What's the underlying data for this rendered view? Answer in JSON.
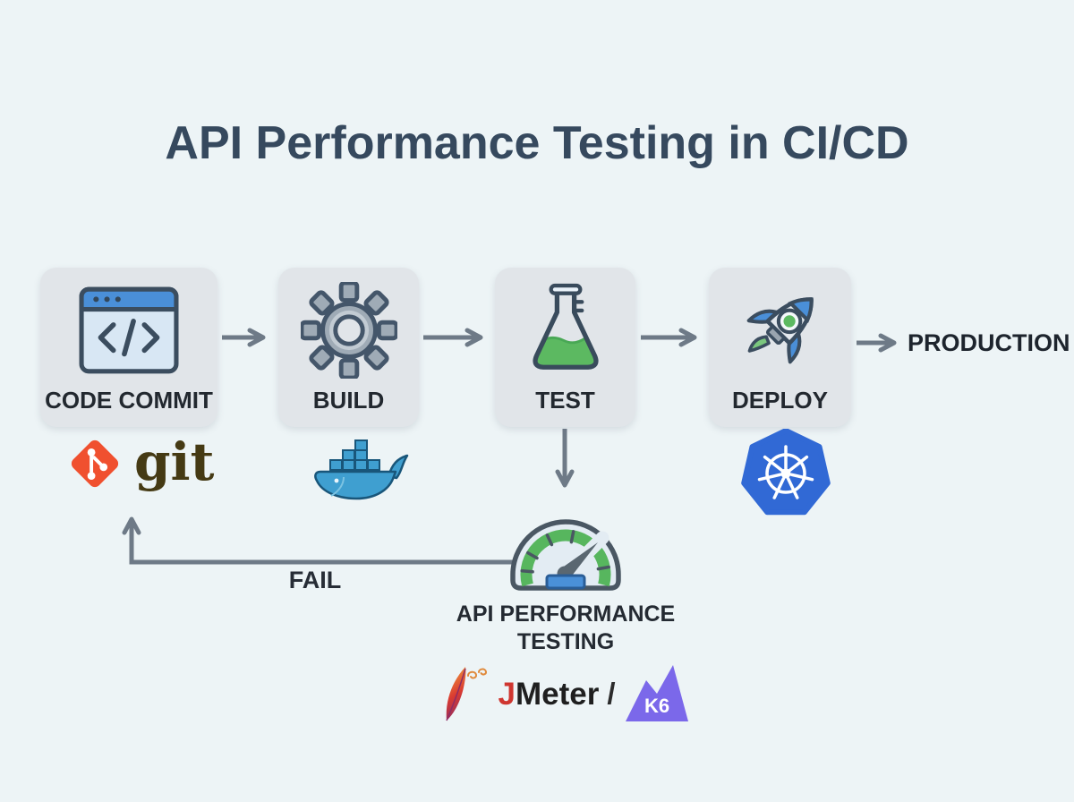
{
  "title": "API Performance Testing in CI/CD",
  "pipeline": {
    "stages": [
      {
        "id": "code-commit",
        "label": "CODE COMMIT",
        "icon": "code-window-icon"
      },
      {
        "id": "build",
        "label": "BUILD",
        "icon": "gear-icon"
      },
      {
        "id": "test",
        "label": "TEST",
        "icon": "flask-icon"
      },
      {
        "id": "deploy",
        "label": "DEPLOY",
        "icon": "rocket-icon"
      }
    ],
    "production_label": "PRODUCTION",
    "fail_label": "FAIL"
  },
  "performance_testing": {
    "label_line1": "API PERFORMANCE",
    "label_line2": "TESTING",
    "icon": "gauge-icon"
  },
  "tools": {
    "git": {
      "label": "git",
      "icon": "git-icon",
      "color": "#f0502f"
    },
    "docker": {
      "icon": "docker-whale-icon",
      "color": "#3f9fd0"
    },
    "kubernetes": {
      "icon": "kubernetes-icon",
      "color": "#3169d5"
    },
    "jmeter": {
      "label_j": "J",
      "label_rest": "Meter",
      "icon": "jmeter-feather-icon",
      "color": "#cf3630"
    },
    "separator": "/",
    "k6": {
      "label": "K6",
      "icon": "k6-icon",
      "color": "#7b68ea"
    }
  },
  "colors": {
    "background": "#edf4f6",
    "stage_box": "#e1e5e9",
    "title_text": "#36495e",
    "label_text": "#22282f",
    "arrow": "#6e7a87",
    "accent_blue": "#4a8fd8",
    "accent_green": "#5cb961"
  }
}
